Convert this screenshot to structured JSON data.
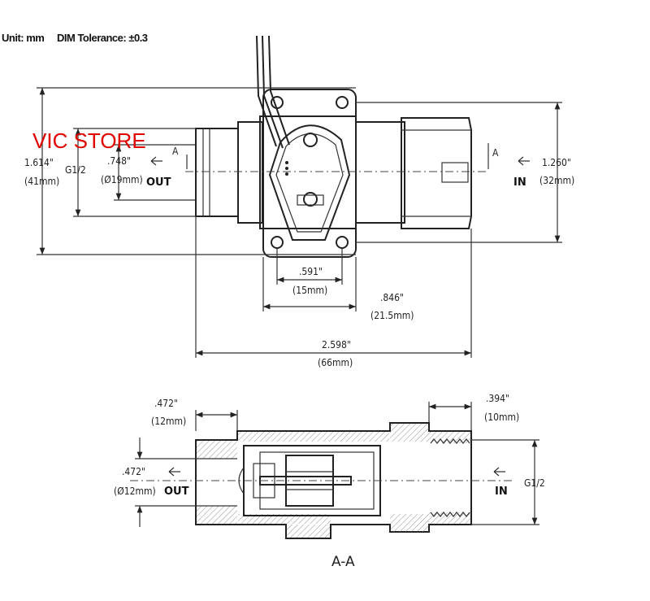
{
  "header": {
    "unit": "Unit:  mm",
    "tolerance": "DIM Tolerance: ±0.3"
  },
  "watermark": "VIC  STORE",
  "top_view": {
    "section_mark_left": "A",
    "section_mark_right": "A",
    "dim_height_inch": "1.614\"",
    "dim_height_mm": "(41mm)",
    "thread_left": "G1/2",
    "dim_outlet_inch": ".748\"",
    "dim_outlet_mm": "(Ø19mm)",
    "label_out": "OUT",
    "label_in": "IN",
    "dim_right_inch": "1.260\"",
    "dim_right_mm": "(32mm)",
    "dim_hole_inch": ".591\"",
    "dim_hole_mm": "(15mm)",
    "dim_flange_inch": ".846\"",
    "dim_flange_mm": "(21.5mm)",
    "dim_length_inch": "2.598\"",
    "dim_length_mm": "(66mm)"
  },
  "section_view": {
    "dim_left_thread_inch": ".472\"",
    "dim_left_thread_mm": "(12mm)",
    "dim_right_thread_inch": ".394\"",
    "dim_right_thread_mm": "(10mm)",
    "dim_bore_inch": ".472\"",
    "dim_bore_mm": "(Ø12mm)",
    "label_out": "OUT",
    "label_in": "IN",
    "thread_right": "G1/2",
    "section_label": "A-A"
  },
  "colors": {
    "line": "#222222",
    "watermark": "#e00000",
    "background": "#ffffff"
  }
}
